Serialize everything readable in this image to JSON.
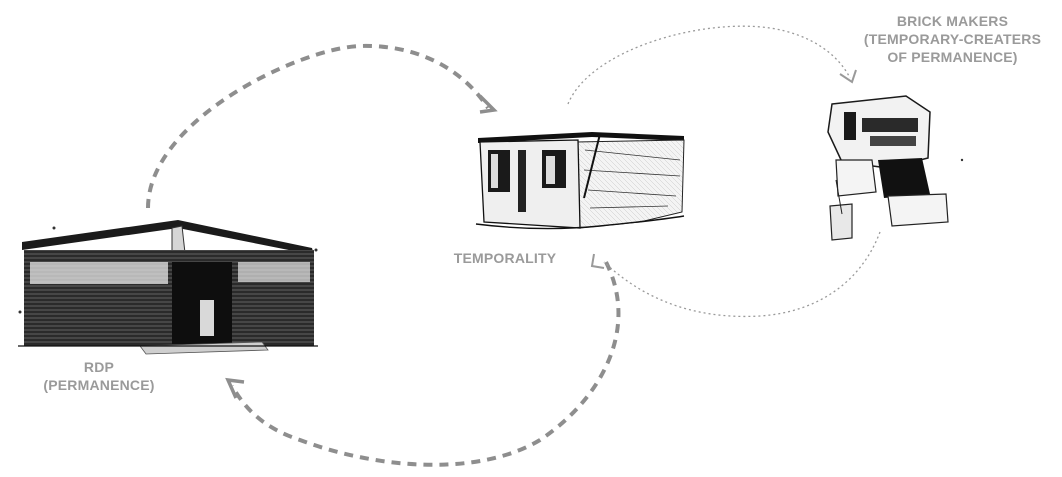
{
  "diagram": {
    "nodes": {
      "rdp": {
        "lines": [
          "RDP",
          "(PERMANENCE)"
        ]
      },
      "temporality": {
        "lines": [
          "TEMPORALITY"
        ]
      },
      "brick_makers": {
        "lines": [
          "BRICK MAKERS",
          "(TEMPORARY-CREATERS",
          "OF PERMANENCE)"
        ]
      }
    },
    "colors": {
      "label": "#9a9a9a",
      "dashed_arrow": "#8e8e8e",
      "dotted_arrow": "#9a9a9a",
      "ink": "#1a1a1a"
    }
  }
}
